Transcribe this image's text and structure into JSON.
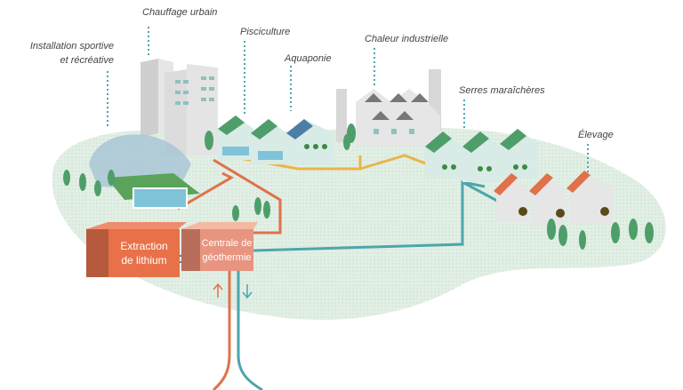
{
  "labels": {
    "district_heating": "Chauffage urbain",
    "sports_line1": "Installation sportive",
    "sports_line2": "et récréative",
    "fish_farming": "Pisciculture",
    "aquaponics": "Aquaponie",
    "industrial_heat": "Chaleur industrielle",
    "greenhouses": "Serres maraîchères",
    "livestock": "Élevage"
  },
  "boxes": {
    "lithium_line1": "Extraction",
    "lithium_line2": "de lithium",
    "plant_line1": "Centrale de",
    "plant_line2": "géothermie"
  },
  "colors": {
    "ground": "#e2efe5",
    "hot_pipe": "#e0714b",
    "cold_pipe": "#4da6ab",
    "heat_pipe": "#e8b54a",
    "lithium_box": "#e8714a",
    "plant_box": "#e79580",
    "leader_line": "#4da6ab"
  },
  "flow_icons": [
    "arrow-up-icon",
    "arrow-down-icon"
  ]
}
